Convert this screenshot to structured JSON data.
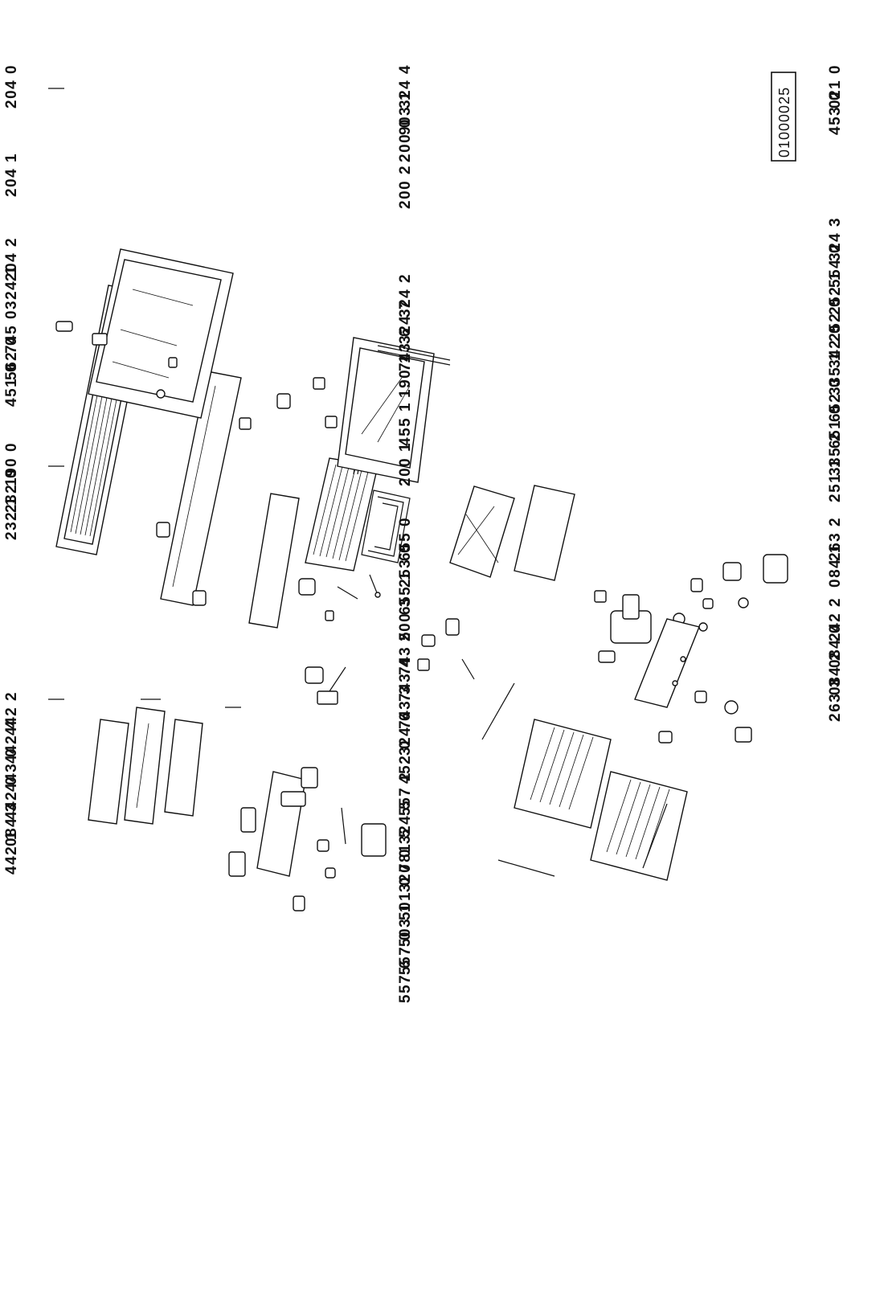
{
  "document_id": "01000025",
  "callouts": {
    "group_left": [
      "204 0",
      "204 1",
      "204 2",
      "324 1",
      "745 0",
      "562 0",
      "451 0",
      "190 0",
      "232 0",
      "232 1"
    ],
    "group_left_bottom": [
      "442 2",
      "442 4",
      "443 0",
      "442 0",
      "084 3",
      "442 1"
    ],
    "group_middle": [
      "324 4",
      "903 1",
      "200 0",
      "200 2",
      "324 2",
      "324 7",
      "743 6",
      "190 1",
      "455 1",
      "200 1",
      "655 0",
      "253 0",
      "655 1",
      "200 3",
      "743 5",
      "743 4",
      "743 3",
      "324 6",
      "452 0",
      "557 2",
      "324 5",
      "781 5",
      "320 0",
      "501 0",
      "503 1",
      "557 0",
      "557 6"
    ],
    "group_right": [
      "021 0",
      "453 0",
      "324 3",
      "554 0",
      "252 1",
      "252 0",
      "342 0",
      "335 1",
      "652 0",
      "651 0",
      "335 2",
      "251 1"
    ],
    "group_right_bottom": [
      "263 2",
      "084 1",
      "242 2",
      "084 0",
      "084 2",
      "263 3"
    ]
  }
}
